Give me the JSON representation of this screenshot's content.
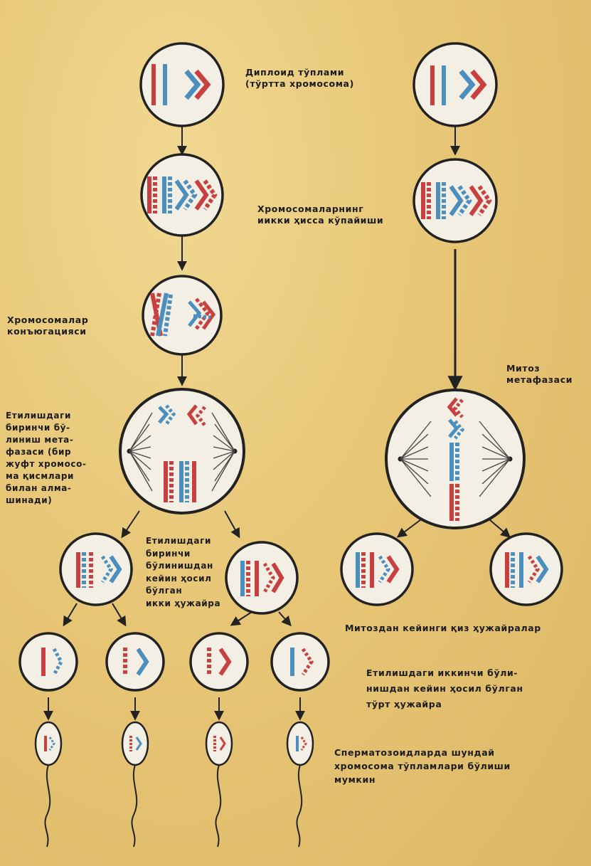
{
  "labels": {
    "diploid": "Диплоид тўплами\n(тўртта хромосома)",
    "replication": "Хромосомаларнинг\nиикки ҳисса кўпайиши",
    "conjugation": "Хромосомалар\nконъюгацияси",
    "meiosis_metaphase": "Етилишдаги\nбиринчи бў-\nлиниш мета-\nфазаси (бир\nжуфт хромосо-\nма қисмлари\nбилан алма-\nшинади)",
    "mitosis_metaphase": "Митоз\nметафазаси",
    "after_first_division": "Етилишдаги\nбиринчи\nбўлинишдан\nкейин ҳосил\nбўлган\nикки ҳужайра",
    "daughter_cells": "Митоздан кейинги   қиз ҳужайралар",
    "four_cells": "Етилишдаги иккинчи бўли-\nнишдан кейин ҳосил бўлган\nтўрт ҳужайра",
    "sperm": "Сперматозоидларда    шундай\nхромосома тўпламлари бўлиши\nмумкин"
  },
  "colors": {
    "red": "#c8403f",
    "blue": "#4b8fbf",
    "cell_fill": "#f4efe4",
    "outline": "#222222"
  }
}
